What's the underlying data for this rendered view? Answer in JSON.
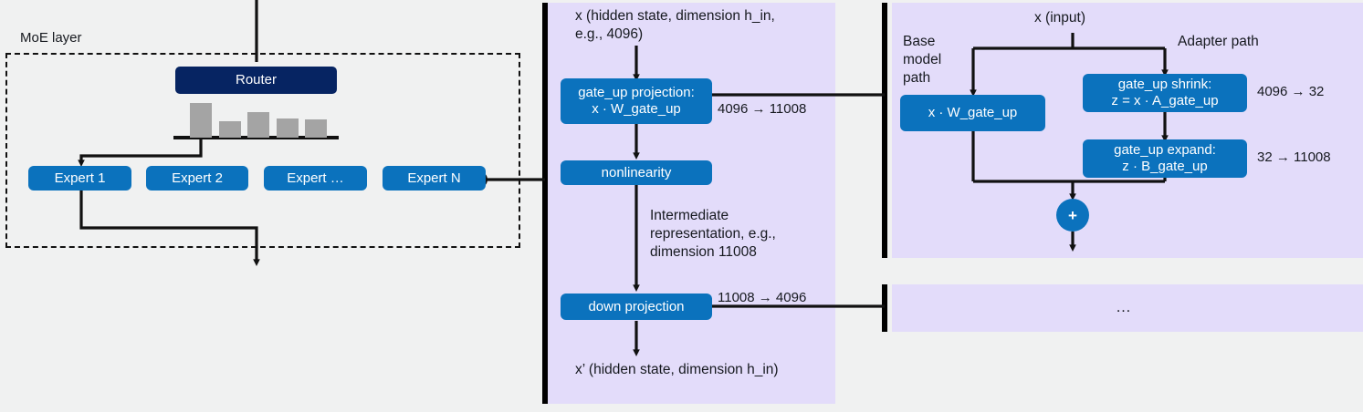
{
  "colors": {
    "background": "#F0F1F1",
    "panel_purple": "#E3DCFA",
    "node_blue": "#0B72BD",
    "router_navy": "#062462",
    "histogram_gray": "#A4A4A4",
    "line_black": "#111111",
    "text": "#16191F"
  },
  "moe_panel": {
    "label": "MoE layer",
    "router": {
      "label": "Router"
    },
    "router_weights": [
      1.0,
      0.47,
      0.74,
      0.55,
      0.52
    ],
    "experts": [
      {
        "label": "Expert 1"
      },
      {
        "label": "Expert 2"
      },
      {
        "label": "Expert …"
      },
      {
        "label": "Expert N"
      }
    ]
  },
  "expert_panel": {
    "input_label": "x  (hidden state, dimension h_in, e.g., 4096)",
    "nodes": [
      {
        "name": "gate-up-projection",
        "label": "gate_up projection:\nx · W_gate_up"
      },
      {
        "name": "nonlinearity",
        "label": "nonlinearity"
      },
      {
        "name": "down-projection",
        "label": "down projection"
      }
    ],
    "edge_labels": {
      "gate_up_dims": "4096 → 11008",
      "intermediate": "Intermediate representation, e.g., dimension 11008",
      "down_dims": "11008 → 4096"
    },
    "output_label": "x’  (hidden state, dimension h_in)"
  },
  "adapter_panel": {
    "input_label": "x  (input)",
    "base_path_label": "Base model path",
    "adapter_path_label": "Adapter path",
    "base_node": {
      "label": "x · W_gate_up"
    },
    "adapter_nodes": [
      {
        "name": "gate-up-shrink",
        "label": "gate_up shrink:\nz = x · A_gate_up",
        "dims": "4096 → 32"
      },
      {
        "name": "gate-up-expand",
        "label": "gate_up expand:\nz · B_gate_up",
        "dims": "32 → 11008"
      }
    ],
    "merge_symbol": "+"
  },
  "ellipsis_panel": {
    "label": "…"
  }
}
